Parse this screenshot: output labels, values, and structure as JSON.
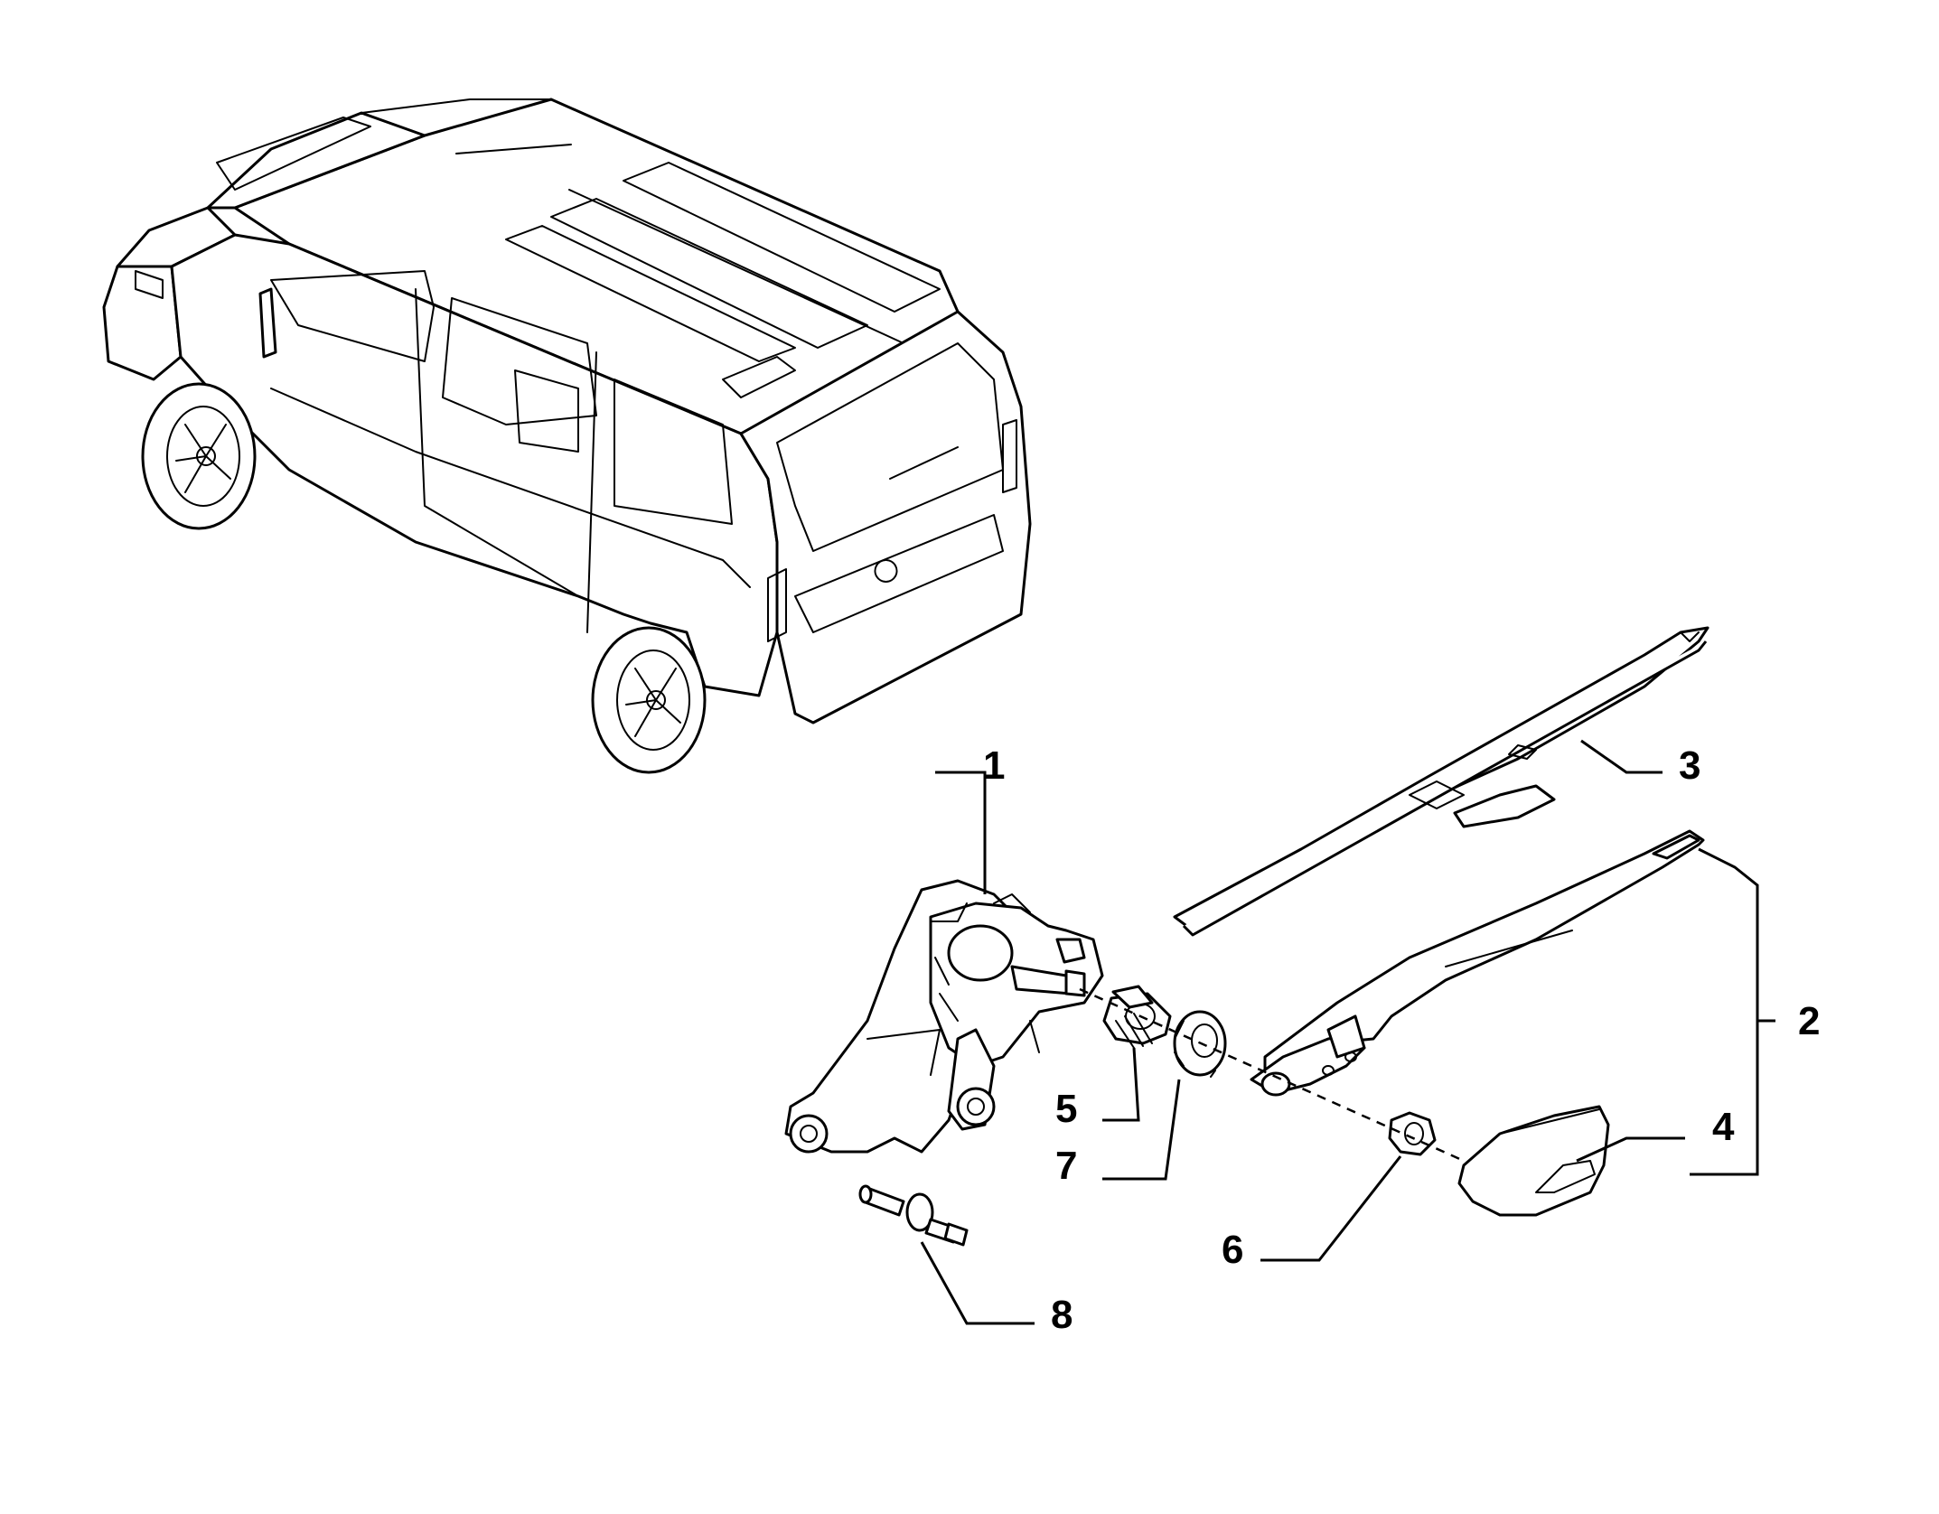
{
  "callouts": {
    "c1": "1",
    "c2": "2",
    "c3": "3",
    "c4": "4",
    "c5": "5",
    "c6": "6",
    "c7": "7",
    "c8": "8"
  },
  "parts": {
    "vehicle": "van-rear-three-quarter-view",
    "p1": "wiper-motor-assembly",
    "p2": "wiper-arm",
    "p3": "wiper-blade",
    "p4": "arm-nut-cover-cap",
    "p5": "spindle-seal-bush",
    "p6": "arm-fixing-nut",
    "p7": "gasket-washer",
    "p8": "mounting-stud"
  },
  "colors": {
    "ink": "#000000",
    "paper": "#ffffff"
  }
}
